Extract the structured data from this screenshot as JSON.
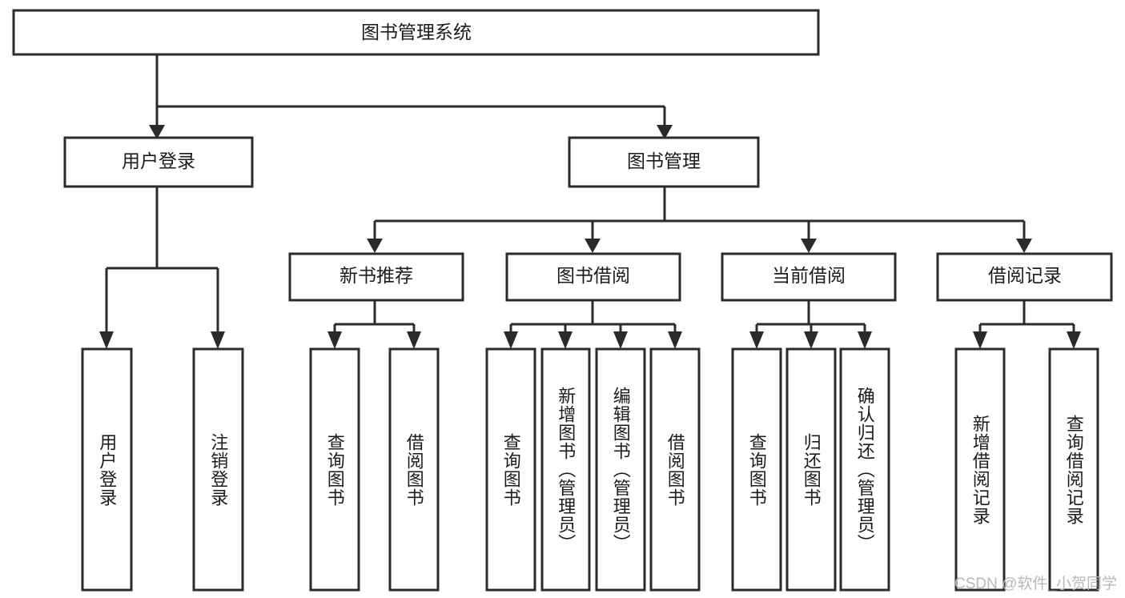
{
  "diagram": {
    "title": "图书管理系统",
    "type": "hierarchy-tree",
    "orientation": "top-down",
    "colors": {
      "box_stroke": "#2b2b2b",
      "box_fill": "#ffffff",
      "text": "#1b1b1b",
      "connector": "#2b2b2b",
      "watermark": "#b9b9b9",
      "background": "#ffffff"
    },
    "levels": [
      {
        "level": 1,
        "nodes": [
          {
            "id": "root",
            "label": "图书管理系统",
            "orientation": "horizontal"
          }
        ]
      },
      {
        "level": 2,
        "nodes": [
          {
            "id": "user-login",
            "label": "用户登录",
            "orientation": "horizontal",
            "parent": "root"
          },
          {
            "id": "book-management",
            "label": "图书管理",
            "orientation": "horizontal",
            "parent": "root"
          }
        ]
      },
      {
        "level": 3,
        "nodes": [
          {
            "id": "new-book-recommend",
            "label": "新书推荐",
            "orientation": "horizontal",
            "parent": "book-management"
          },
          {
            "id": "book-borrow",
            "label": "图书借阅",
            "orientation": "horizontal",
            "parent": "book-management"
          },
          {
            "id": "current-borrow",
            "label": "当前借阅",
            "orientation": "horizontal",
            "parent": "book-management"
          },
          {
            "id": "borrow-record",
            "label": "借阅记录",
            "orientation": "horizontal",
            "parent": "book-management"
          }
        ]
      },
      {
        "level": 4,
        "nodes": [
          {
            "id": "leaf-user-login",
            "label": "用户登录",
            "orientation": "vertical",
            "parent": "user-login"
          },
          {
            "id": "leaf-user-logout",
            "label": "注销登录",
            "orientation": "vertical",
            "parent": "user-login"
          },
          {
            "id": "leaf-query-book-1",
            "label": "查询图书",
            "orientation": "vertical",
            "parent": "new-book-recommend"
          },
          {
            "id": "leaf-borrow-book-1",
            "label": "借阅图书",
            "orientation": "vertical",
            "parent": "new-book-recommend"
          },
          {
            "id": "leaf-query-book-2",
            "label": "查询图书",
            "orientation": "vertical",
            "parent": "book-borrow"
          },
          {
            "id": "leaf-add-book",
            "label": "新增图书（管理员）",
            "orientation": "vertical",
            "parent": "book-borrow"
          },
          {
            "id": "leaf-edit-book",
            "label": "编辑图书（管理员）",
            "orientation": "vertical",
            "parent": "book-borrow"
          },
          {
            "id": "leaf-borrow-book-2",
            "label": "借阅图书",
            "orientation": "vertical",
            "parent": "book-borrow"
          },
          {
            "id": "leaf-query-book-3",
            "label": "查询图书",
            "orientation": "vertical",
            "parent": "current-borrow"
          },
          {
            "id": "leaf-return-book",
            "label": "归还图书",
            "orientation": "vertical",
            "parent": "current-borrow"
          },
          {
            "id": "leaf-confirm-return",
            "label": "确认归还（管理员）",
            "orientation": "vertical",
            "parent": "current-borrow"
          },
          {
            "id": "leaf-add-record",
            "label": "新增借阅记录",
            "orientation": "vertical",
            "parent": "borrow-record"
          },
          {
            "id": "leaf-query-record",
            "label": "查询借阅记录",
            "orientation": "vertical",
            "parent": "borrow-record"
          }
        ]
      }
    ]
  },
  "watermark": {
    "text": "CSDN @软件_小贺同学"
  }
}
